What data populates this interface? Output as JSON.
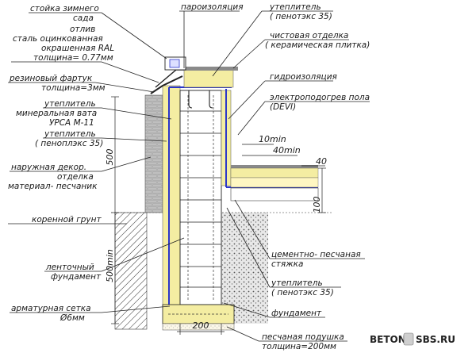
{
  "labels_left": [
    {
      "id": "winter-garden-post",
      "lines": [
        "стойка зимнего",
        "сада"
      ]
    },
    {
      "id": "drip-edge",
      "lines": [
        "отлив",
        "сталь оцинкованная",
        "окрашенная  RAL",
        "толщина= 0.77мм"
      ]
    },
    {
      "id": "rubber-apron",
      "lines": [
        "резиновый фартук",
        "толщина=3мм"
      ]
    },
    {
      "id": "insulation-mineral",
      "lines": [
        "утеплитель",
        "минеральная вата",
        "УРСА М-11"
      ]
    },
    {
      "id": "insulation-penoplex-outer",
      "lines": [
        "утеплитель",
        "( пеноплэкс 35)"
      ]
    },
    {
      "id": "outer-decor",
      "lines": [
        "наружная декор.",
        "отделка",
        "материал- песчаник"
      ]
    },
    {
      "id": "native-soil",
      "lines": [
        "коренной грунт"
      ]
    },
    {
      "id": "strip-foundation",
      "lines": [
        "ленточный",
        "фундамент"
      ]
    },
    {
      "id": "rebar-mesh",
      "lines": [
        "арматурная сетка",
        "Ø6мм"
      ]
    }
  ],
  "labels_right": [
    {
      "id": "vapor-barrier",
      "lines": [
        "пароизоляция"
      ]
    },
    {
      "id": "insulation-penoplex-top",
      "lines": [
        "утеплитель",
        "( пенотэкс 35)"
      ]
    },
    {
      "id": "finish",
      "lines": [
        "чистовая отделка",
        "( керамическая плитка)"
      ]
    },
    {
      "id": "waterproofing",
      "lines": [
        "гидроизоляция"
      ]
    },
    {
      "id": "floor-heating",
      "lines": [
        "электроподогрев пола",
        "(DEVI)"
      ]
    },
    {
      "id": "screed",
      "lines": [
        "цементно- песчаная",
        "стяжка"
      ]
    },
    {
      "id": "insulation-penoplex-bottom",
      "lines": [
        "утеплитель",
        "( пенотэкс 35)"
      ]
    },
    {
      "id": "foundation",
      "lines": [
        "фундамент"
      ]
    },
    {
      "id": "sand-cushion",
      "lines": [
        "песчаная подушка",
        "толщина=200мм"
      ]
    }
  ],
  "dimensions": {
    "d500": "500",
    "d500min": "500min",
    "d200": "200",
    "d10min": "10min",
    "d40min": "40min",
    "d40": "40",
    "d100": "100"
  },
  "watermark": {
    "left": "BETON",
    "right": "SBS.RU"
  },
  "colors": {
    "insulation": "#f4eda2",
    "concrete": "#ffffff",
    "vapor": "#2b36c9",
    "soil": "#bdbdbd",
    "brick": "#c9c9c9",
    "tile": "#8a8a8a"
  }
}
